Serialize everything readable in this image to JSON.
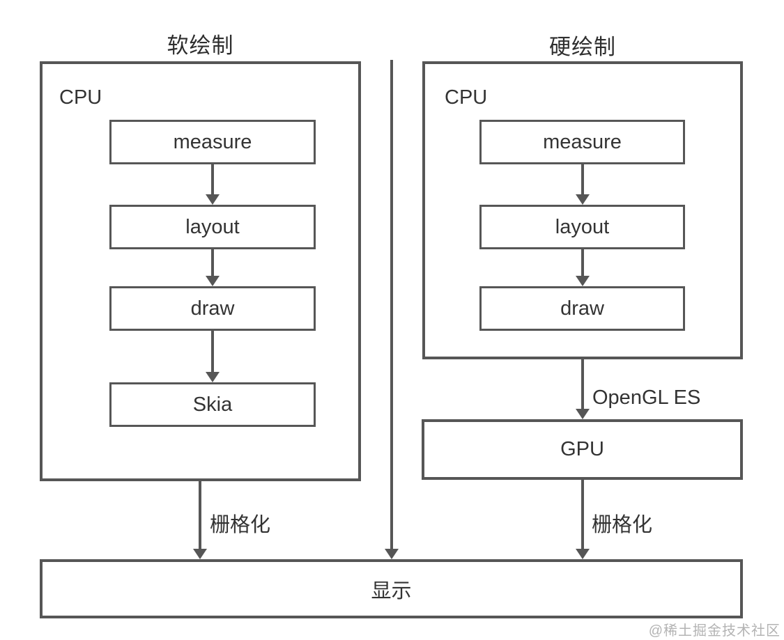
{
  "colors": {
    "line": "#565656",
    "text": "#333333",
    "watermark": "#b3b3b3",
    "background": "#ffffff"
  },
  "software": {
    "title": "软绘制",
    "container_label": "CPU",
    "steps": [
      "measure",
      "layout",
      "draw",
      "Skia"
    ],
    "rasterize_label": "栅格化"
  },
  "hardware": {
    "title": "硬绘制",
    "container_label": "CPU",
    "steps": [
      "measure",
      "layout",
      "draw"
    ],
    "api_label": "OpenGL ES",
    "gpu_label": "GPU",
    "rasterize_label": "栅格化"
  },
  "display": {
    "label": "显示"
  },
  "watermark": "@稀土掘金技术社区"
}
